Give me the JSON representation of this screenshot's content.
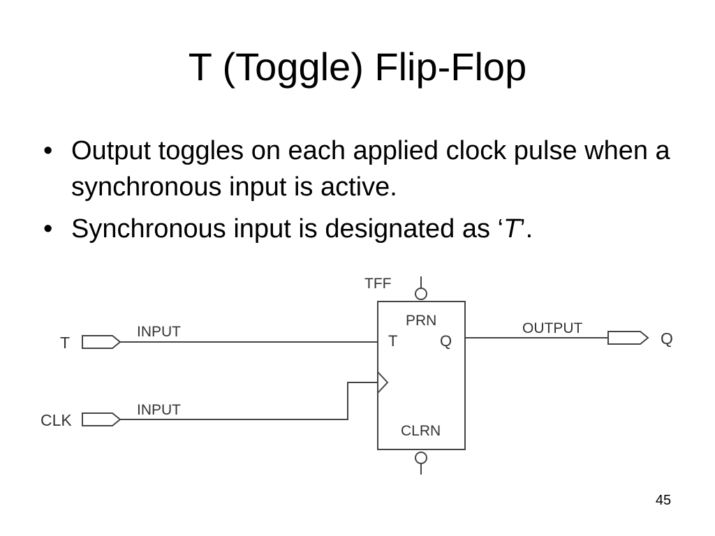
{
  "slide": {
    "title": "T (Toggle) Flip-Flop",
    "bullets": [
      {
        "prefix": "Output toggles on each applied clock pulse when a synchronous input is active.",
        "emphasis": "",
        "suffix": ""
      },
      {
        "prefix": "Synchronous input is designated as ‘",
        "emphasis": "T",
        "suffix": "’."
      }
    ],
    "bullet_symbol": "•",
    "page_number": "45"
  },
  "diagram": {
    "block_name": "TFF",
    "pins": {
      "preset": "PRN",
      "toggle": "T",
      "output": "Q",
      "clear": "CLRN"
    },
    "input_t": {
      "pin_label": "T",
      "wire_label": "INPUT"
    },
    "input_clk": {
      "pin_label": "CLK",
      "wire_label": "INPUT"
    },
    "output_q": {
      "pin_label": "Q",
      "wire_label": "OUTPUT"
    }
  }
}
